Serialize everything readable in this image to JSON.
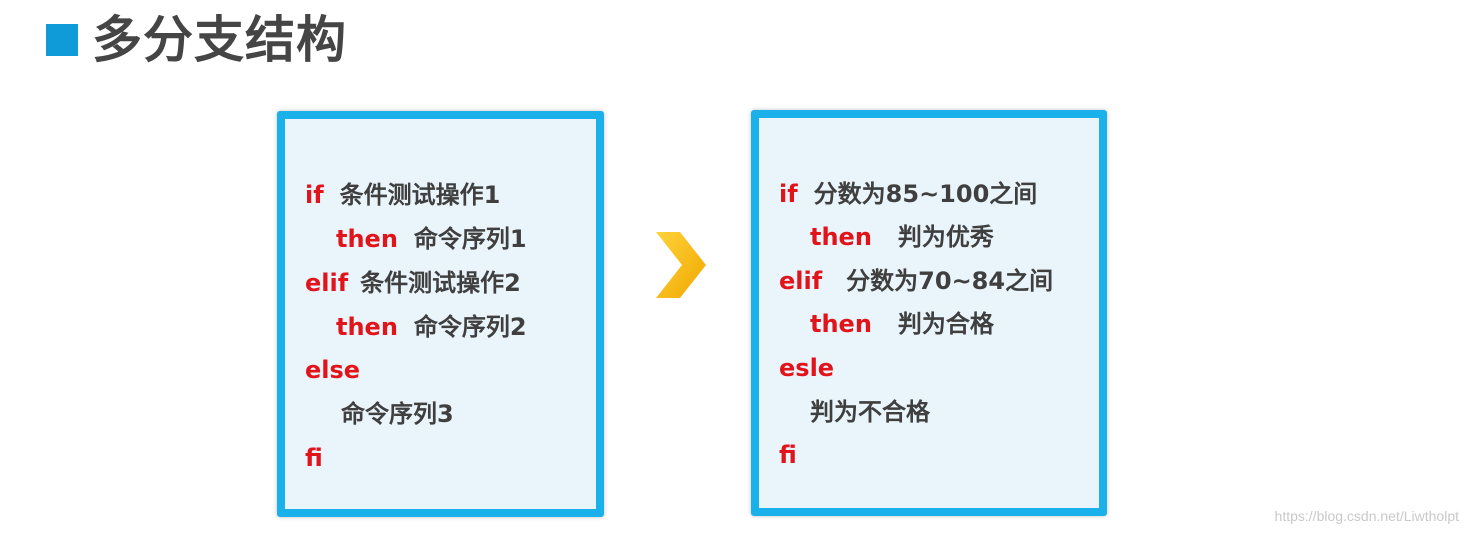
{
  "title": "多分支结构",
  "left_box": {
    "lines": [
      {
        "keyword": "if",
        "text": "条件测试操作1"
      },
      {
        "keyword": "then",
        "text": "命令序列1"
      },
      {
        "keyword": "elif",
        "text": "条件测试操作2"
      },
      {
        "keyword": "then",
        "text": "命令序列2"
      },
      {
        "keyword": "else",
        "text": ""
      },
      {
        "keyword": "",
        "text": "命令序列3"
      },
      {
        "keyword": "fi",
        "text": ""
      }
    ]
  },
  "right_box": {
    "lines": [
      {
        "keyword": "if",
        "text": "分数为85~100之间"
      },
      {
        "keyword": "then",
        "text": "判为优秀"
      },
      {
        "keyword": "elif",
        "text": "分数为70~84之间"
      },
      {
        "keyword": "then",
        "text": "判为合格"
      },
      {
        "keyword": "esle",
        "text": ""
      },
      {
        "keyword": "",
        "text": "判为不合格"
      },
      {
        "keyword": "fi",
        "text": ""
      }
    ]
  },
  "watermark": "https://blog.csdn.net/Liwtholpt",
  "colors": {
    "accent": "#0f9bd7",
    "box_border": "#1ab0ea",
    "box_fill": "#eaf4fb",
    "keyword": "#e0141a",
    "text": "#3f3f3f",
    "arrow": "#f5b400"
  }
}
